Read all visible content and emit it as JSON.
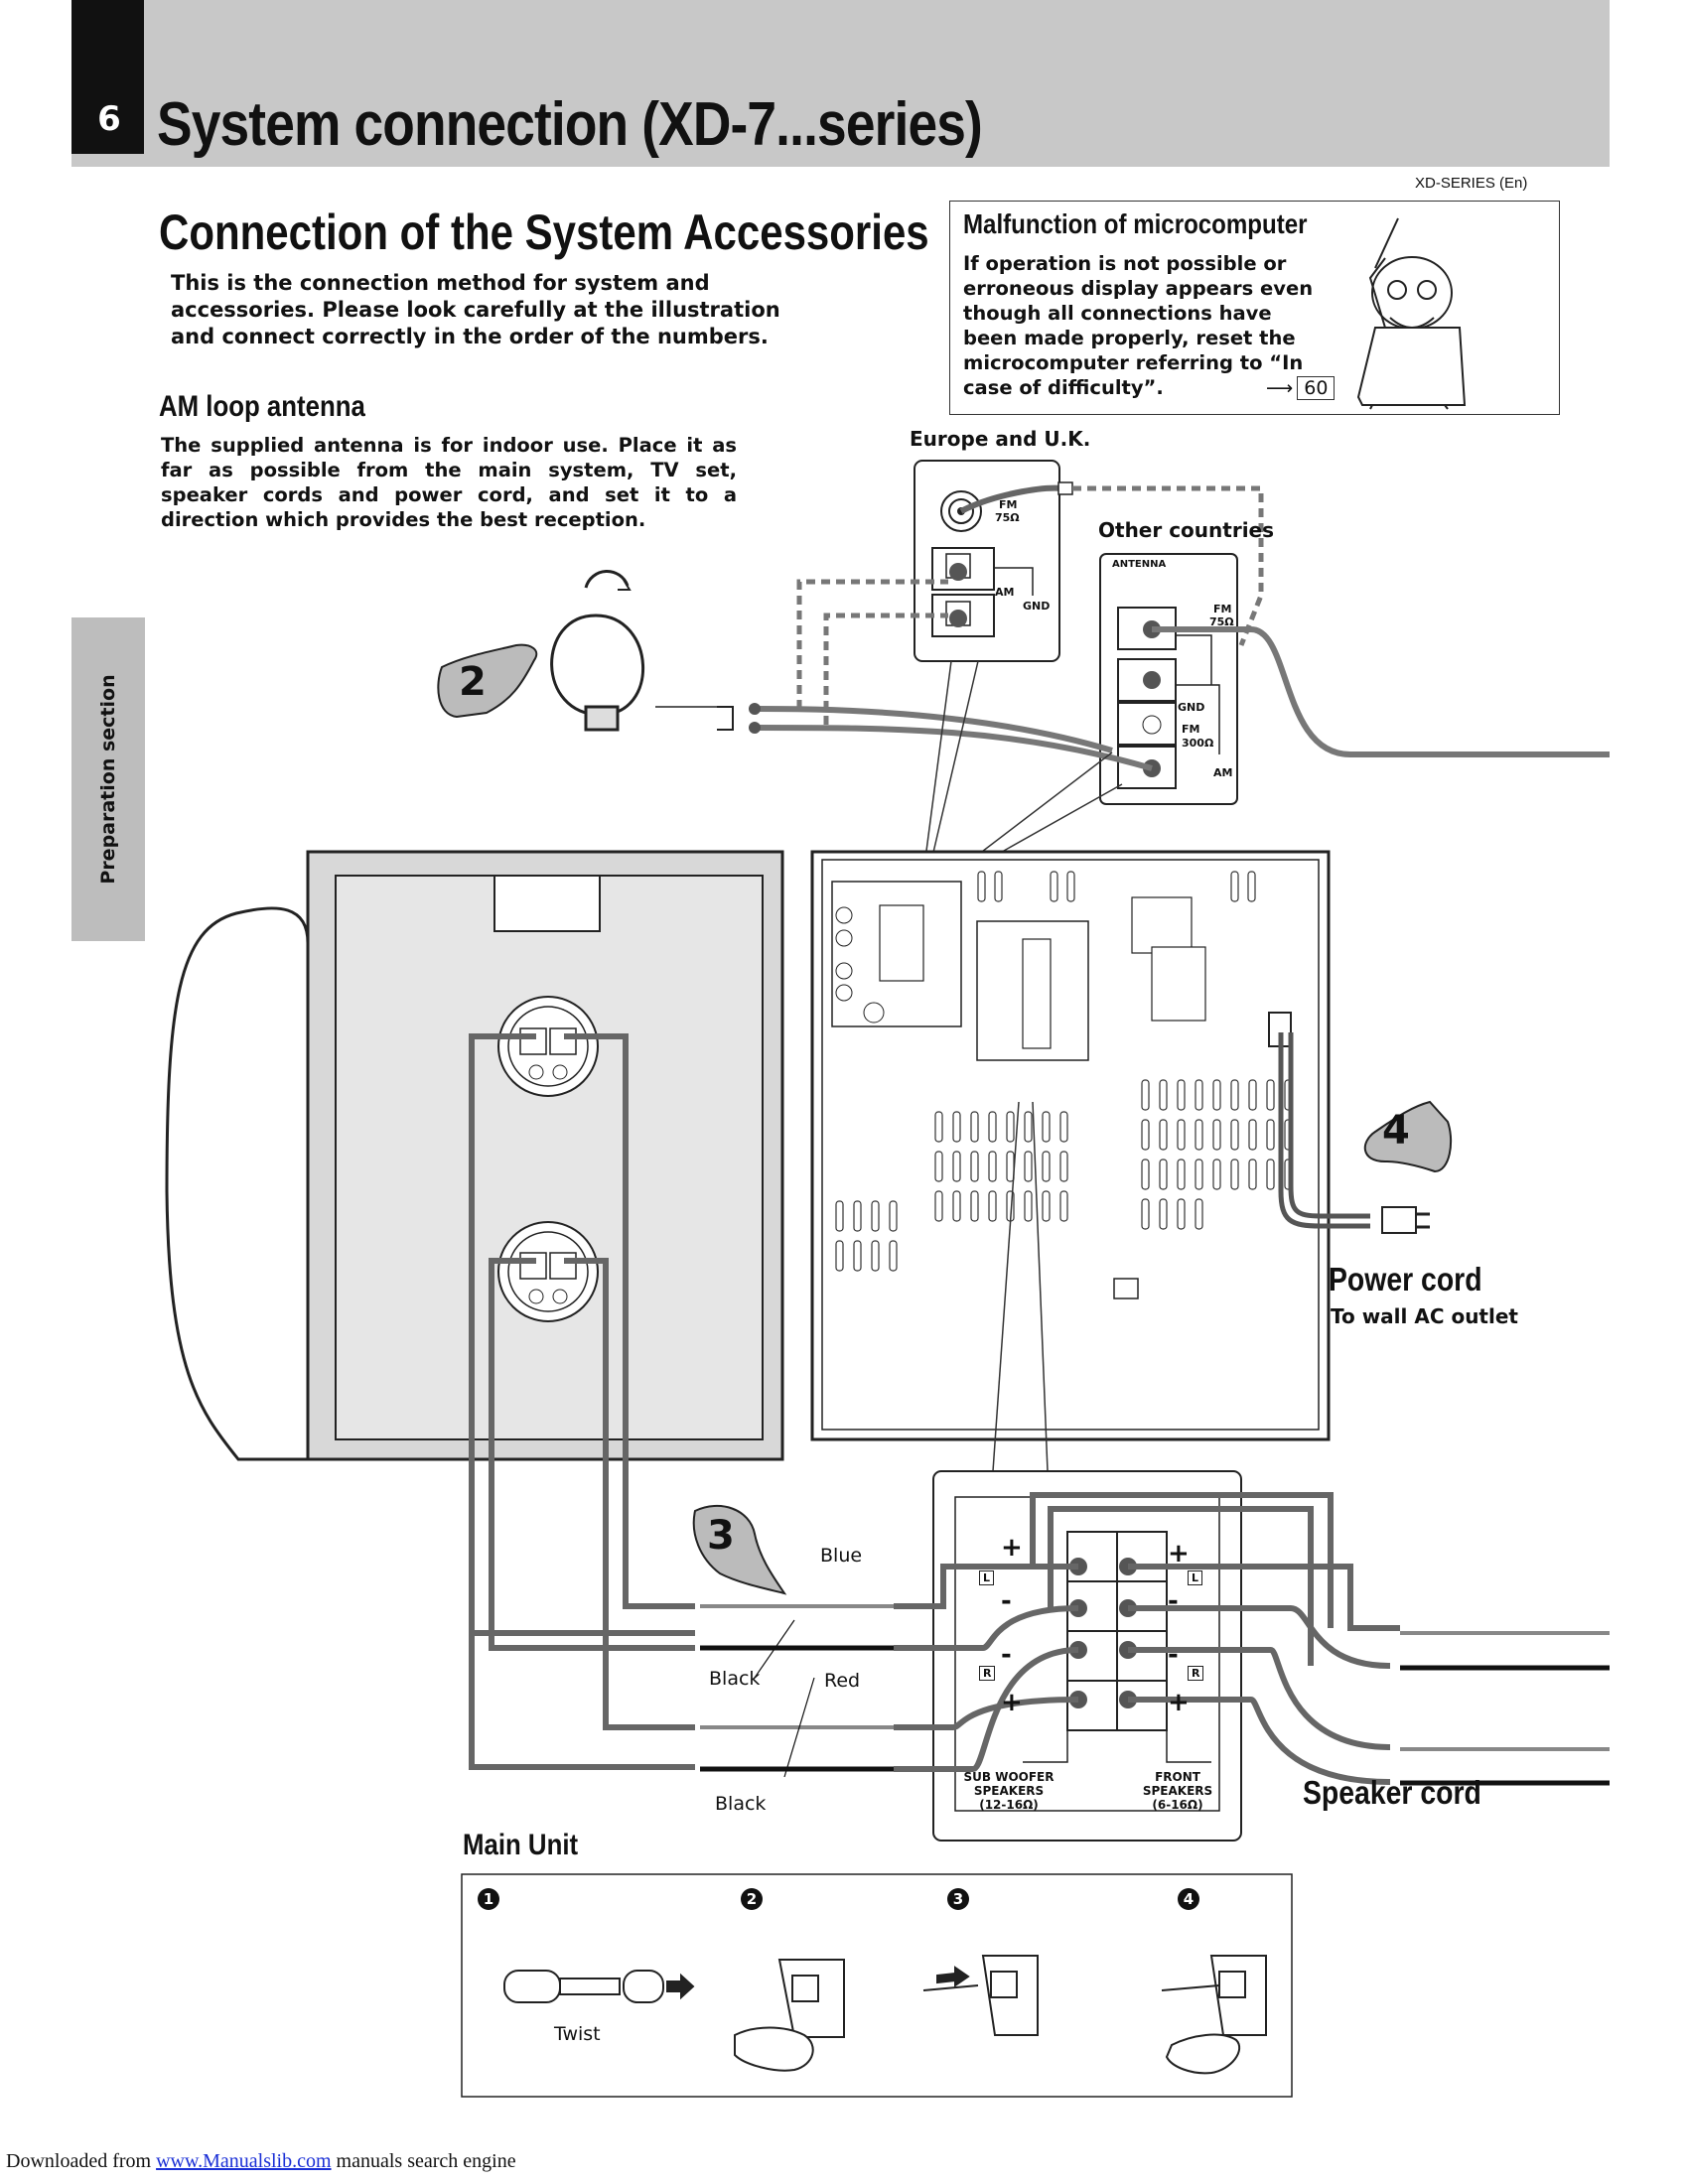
{
  "header": {
    "page_number": "6",
    "title": "System connection (XD-7...series)",
    "series_code": "XD-SERIES (En)"
  },
  "side_tab": {
    "label": "Preparation section"
  },
  "section": {
    "heading": "Connection of the System Accessories",
    "intro": "This is the connection method for system and accessories. Please look carefully at the illustration and connect correctly in the order of the numbers."
  },
  "note": {
    "title": "Malfunction of microcomputer",
    "body": "If operation is not possible or erroneous display appears even though all connections have been made properly, reset the microcomputer referring to “In case of difficulty”.",
    "ref_page": "60"
  },
  "am_antenna": {
    "heading": "AM loop antenna",
    "body": "The supplied antenna is for indoor use. Place it as far as possible from the main system, TV set, speaker cords and power cord, and set it to a direction which provides the best reception."
  },
  "antenna_panels": {
    "europe_label": "Europe and U.K.",
    "europe_fm": "FM",
    "europe_ohm": "75Ω",
    "europe_am": "AM",
    "europe_gnd": "GND",
    "other_label": "Other countries",
    "other_title": "ANTENNA",
    "other_fm75": "FM",
    "other_fm75_ohm": "75Ω",
    "other_gnd": "GND",
    "other_fm300": "FM",
    "other_fm300_ohm": "300Ω",
    "other_am": "AM"
  },
  "steps": {
    "step2": "2",
    "step3": "3",
    "step4": "4"
  },
  "power": {
    "label": "Power cord",
    "sub": "To wall AC outlet"
  },
  "wires": {
    "blue": "Blue",
    "black1": "Black",
    "red": "Red",
    "black2": "Black"
  },
  "terminal": {
    "plus": "+",
    "minus": "-",
    "L": "L",
    "R": "R",
    "sub_woofer": [
      "SUB WOOFER",
      "SPEAKERS",
      "(12-16Ω)"
    ],
    "front": [
      "FRONT",
      "SPEAKERS",
      "(6-16Ω)"
    ]
  },
  "speaker_cord_label": "Speaker cord",
  "main_unit_label": "Main Unit",
  "procedure": {
    "steps": [
      "1",
      "2",
      "3",
      "4"
    ],
    "twist_label": "Twist"
  },
  "footer": {
    "prefix": "Downloaded from ",
    "link": "www.Manualslib.com",
    "suffix": " manuals search engine"
  }
}
